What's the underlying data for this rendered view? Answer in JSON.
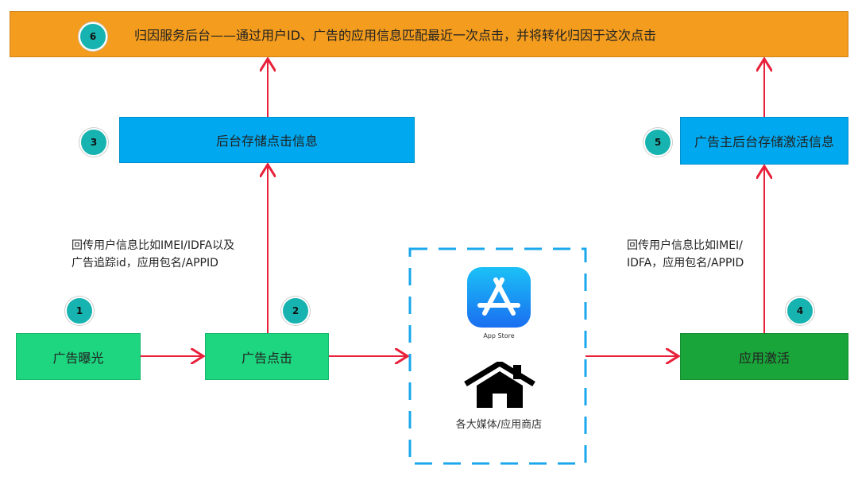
{
  "banner": {
    "step": "6",
    "text": "归因服务后台——通过用户ID、广告的应用信息匹配最近一次点击，并将转化归因于这次点击"
  },
  "store_click": {
    "step": "3",
    "label": "后台存储点击信息"
  },
  "store_activation": {
    "step": "5",
    "label": "广告主后台存储激活信息"
  },
  "note_left": {
    "line1": "回传用户信息比如IMEI/IDFA以及",
    "line2": "广告追踪id，应用包名/APPID"
  },
  "note_right": {
    "line1": "回传用户信息比如IMEI/",
    "line2": "IDFA，应用包名/APPID"
  },
  "exposure": {
    "step": "1",
    "label": "广告曝光"
  },
  "click": {
    "step": "2",
    "label": "广告点击"
  },
  "activation": {
    "step": "4",
    "label": "应用激活"
  },
  "store": {
    "app_store_label": "App Store",
    "media_label": "各大媒体/应用商店"
  },
  "colors": {
    "orange": "#f39c1e",
    "blue": "#00a9ef",
    "green": "#1dd67f",
    "dark_green": "#1aa53a",
    "teal": "#17b3b0",
    "arrow": "#e8203a"
  }
}
